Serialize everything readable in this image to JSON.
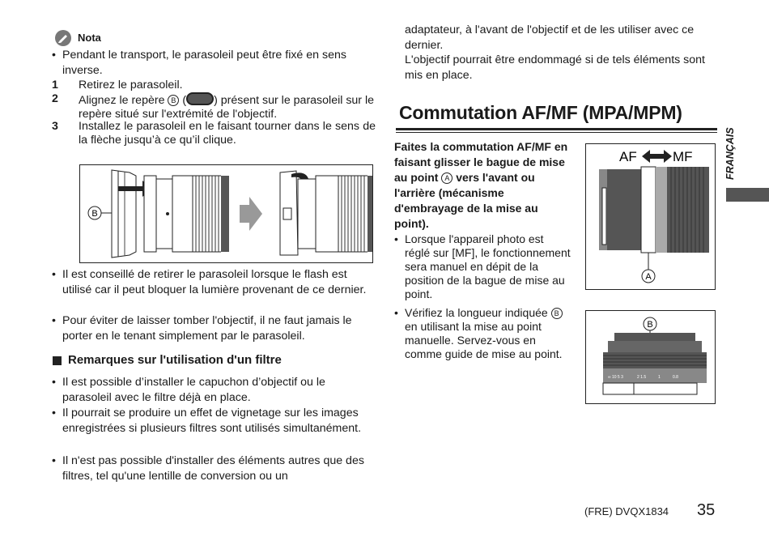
{
  "note": {
    "label": "Nota",
    "bullet1": "Pendant le transport, le parasoleil peut être fixé en sens inverse.",
    "steps": [
      {
        "num": "1",
        "text": "Retirez le parasoleil."
      },
      {
        "num": "2",
        "text_a": "Alignez le repère ",
        "mark": "B",
        "text_b": " (",
        "text_c": ") présent sur le parasoleil sur le repère situé sur l'extrémité de l'objectif."
      },
      {
        "num": "3",
        "text": "Installez le parasoleil en le faisant tourner dans le sens de la flèche jusqu’à ce qu’il clique."
      }
    ]
  },
  "figure1": {
    "label_b": "B"
  },
  "left_bullets": [
    "Il est conseillé de retirer le parasoleil lorsque le flash est utilisé car il peut bloquer la lumière provenant de ce dernier.",
    "Pour éviter de laisser tomber l'objectif, il ne faut jamais le porter en le tenant simplement par le parasoleil."
  ],
  "filter_section": {
    "heading": "Remarques sur l'utilisation d'un filtre",
    "bullets": [
      "Il est possible d’installer le capuchon d’objectif ou le parasoleil avec le filtre déjà en place.",
      "Il pourrait se produire un effet de vignetage sur les images enregistrées si plusieurs filtres sont utilisés simultanément.",
      "Il n'est pas possible d'installer des éléments autres que des filtres, tel qu'une lentille de conversion ou un"
    ]
  },
  "right_top_text": "adaptateur, à l'avant de l'objectif et de les utiliser avec ce dernier.\nL'objectif pourrait être endommagé si de tels éléments sont mis en place.",
  "af_mf": {
    "title": "Commutation AF/MF (MPA/MPM)",
    "intro_a": "Faites la commutation AF/MF en faisant glisser le bague de mise au point ",
    "intro_mark": "A",
    "intro_b": " vers l'avant ou l'arrière (mécanisme d'embrayage de la mise au point).",
    "bullet1": "Lorsque l'appareil photo est réglé sur [MF], le fonctionnement sera manuel en dépit de la position de la bague de mise au point.",
    "bullet2_a": "Vérifiez la longueur indiquée ",
    "bullet2_mark": "B",
    "bullet2_b": " en utilisant la mise au point manuelle. Servez-vous en comme guide de mise au point."
  },
  "figure2": {
    "af": "AF",
    "mf": "MF",
    "label_a": "A"
  },
  "figure3": {
    "label_b": "B"
  },
  "side_tab": "FRANÇAIS",
  "footer": {
    "code": "(FRE) DVQX1834",
    "page": "35"
  }
}
